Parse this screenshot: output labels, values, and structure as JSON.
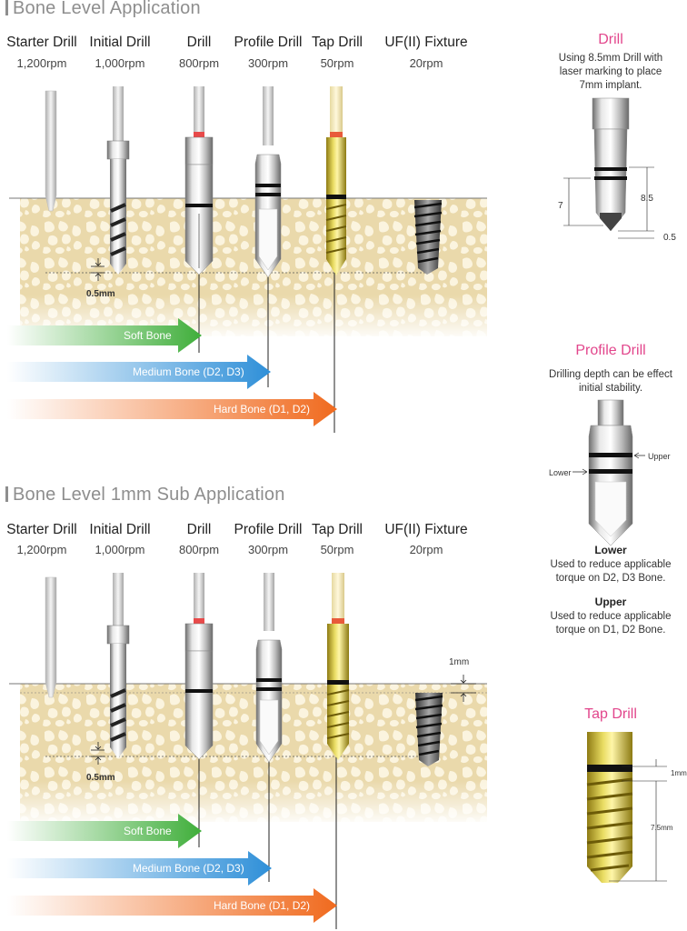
{
  "section1": {
    "title": "Bone Level Application",
    "columns": [
      {
        "name": "Starter Drill",
        "rpm": "1,200rpm"
      },
      {
        "name": "Initial Drill",
        "rpm": "1,000rpm"
      },
      {
        "name": "Drill",
        "rpm": "800rpm"
      },
      {
        "name": "Profile Drill",
        "rpm": "300rpm"
      },
      {
        "name": "Tap Drill",
        "rpm": "50rpm"
      },
      {
        "name": "UF(II) Fixture",
        "rpm": "20rpm"
      }
    ],
    "depth_label": "0.5mm",
    "arrows": [
      "Soft Bone",
      "Medium Bone (D2, D3)",
      "Hard Bone (D1, D2)"
    ]
  },
  "section2": {
    "title": "Bone Level 1mm Sub Application",
    "columns": [
      {
        "name": "Starter Drill",
        "rpm": "1,200rpm"
      },
      {
        "name": "Initial Drill",
        "rpm": "1,000rpm"
      },
      {
        "name": "Drill",
        "rpm": "800rpm"
      },
      {
        "name": "Profile Drill",
        "rpm": "300rpm"
      },
      {
        "name": "Tap Drill",
        "rpm": "50rpm"
      },
      {
        "name": "UF(II) Fixture",
        "rpm": "20rpm"
      }
    ],
    "depth_label": "0.5mm",
    "sub_label": "1mm",
    "arrows": [
      "Soft Bone",
      "Medium Bone (D2, D3)",
      "Hard Bone (D1, D2)"
    ]
  },
  "side_drill": {
    "title": "Drill",
    "text": [
      "Using 8.5mm Drill with",
      "laser marking to place",
      "7mm implant."
    ],
    "dims": [
      "7",
      "8.5",
      "0.5"
    ]
  },
  "side_profile": {
    "title": "Profile Drill",
    "text": [
      "Drilling depth can be effect",
      "initial stability."
    ],
    "upper_label": "Upper",
    "lower_label": "Lower",
    "lower_title": "Lower",
    "lower_text": [
      "Used to reduce applicable",
      "torque on D2, D3 Bone."
    ],
    "upper_title": "Upper",
    "upper_text": [
      "Used to reduce applicable",
      "torque on D1, D2 Bone."
    ]
  },
  "side_tap": {
    "title": "Tap Drill",
    "dims": [
      "1mm",
      "7.5mm"
    ]
  },
  "colors": {
    "title_gray": "#8e8e8e",
    "pink": "#e2468c",
    "bone": "#e8d6a6",
    "soft_bone": "#3fae3a",
    "medium_bone": "#2e8fd8",
    "hard_bone": "#f06a1e",
    "gold": "#d8c640"
  }
}
